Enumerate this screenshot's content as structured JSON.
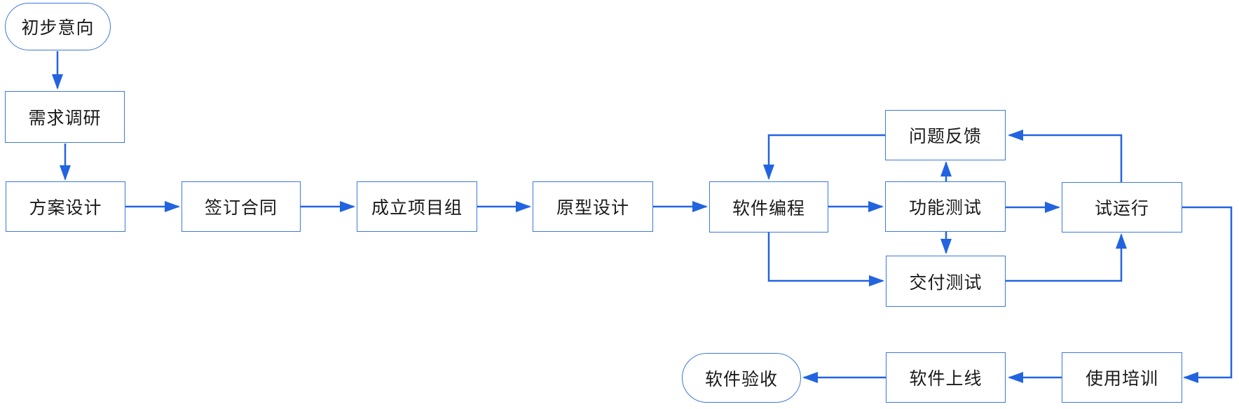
{
  "diagram": {
    "type": "flowchart",
    "colors": {
      "arrow": "#2264e0",
      "node_border": "#3d78dc",
      "node_fill": "#ffffff",
      "text": "#1a1a1a",
      "background": "#ffffff"
    },
    "nodes": [
      {
        "id": "initial-intent",
        "label": "初步意向",
        "shape": "stadium"
      },
      {
        "id": "requirements-research",
        "label": "需求调研",
        "shape": "rect"
      },
      {
        "id": "solution-design",
        "label": "方案设计",
        "shape": "rect"
      },
      {
        "id": "sign-contract",
        "label": "签订合同",
        "shape": "rect"
      },
      {
        "id": "establish-project-team",
        "label": "成立项目组",
        "shape": "rect"
      },
      {
        "id": "prototype-design",
        "label": "原型设计",
        "shape": "rect"
      },
      {
        "id": "software-programming",
        "label": "软件编程",
        "shape": "rect"
      },
      {
        "id": "function-testing",
        "label": "功能测试",
        "shape": "rect"
      },
      {
        "id": "problem-feedback",
        "label": "问题反馈",
        "shape": "rect"
      },
      {
        "id": "trial-run",
        "label": "试运行",
        "shape": "rect"
      },
      {
        "id": "delivery-testing",
        "label": "交付测试",
        "shape": "rect"
      },
      {
        "id": "usage-training",
        "label": "使用培训",
        "shape": "rect"
      },
      {
        "id": "software-launch",
        "label": "软件上线",
        "shape": "rect"
      },
      {
        "id": "software-acceptance",
        "label": "软件验收",
        "shape": "stadium"
      }
    ],
    "edges": [
      {
        "from": "initial-intent",
        "to": "requirements-research"
      },
      {
        "from": "requirements-research",
        "to": "solution-design"
      },
      {
        "from": "solution-design",
        "to": "sign-contract"
      },
      {
        "from": "sign-contract",
        "to": "establish-project-team"
      },
      {
        "from": "establish-project-team",
        "to": "prototype-design"
      },
      {
        "from": "prototype-design",
        "to": "software-programming"
      },
      {
        "from": "software-programming",
        "to": "function-testing"
      },
      {
        "from": "function-testing",
        "to": "problem-feedback"
      },
      {
        "from": "problem-feedback",
        "to": "software-programming"
      },
      {
        "from": "trial-run",
        "to": "problem-feedback"
      },
      {
        "from": "function-testing",
        "to": "trial-run"
      },
      {
        "from": "software-programming",
        "to": "delivery-testing"
      },
      {
        "from": "function-testing",
        "to": "delivery-testing"
      },
      {
        "from": "delivery-testing",
        "to": "trial-run"
      },
      {
        "from": "trial-run",
        "to": "usage-training"
      },
      {
        "from": "usage-training",
        "to": "software-launch"
      },
      {
        "from": "software-launch",
        "to": "software-acceptance"
      }
    ]
  }
}
